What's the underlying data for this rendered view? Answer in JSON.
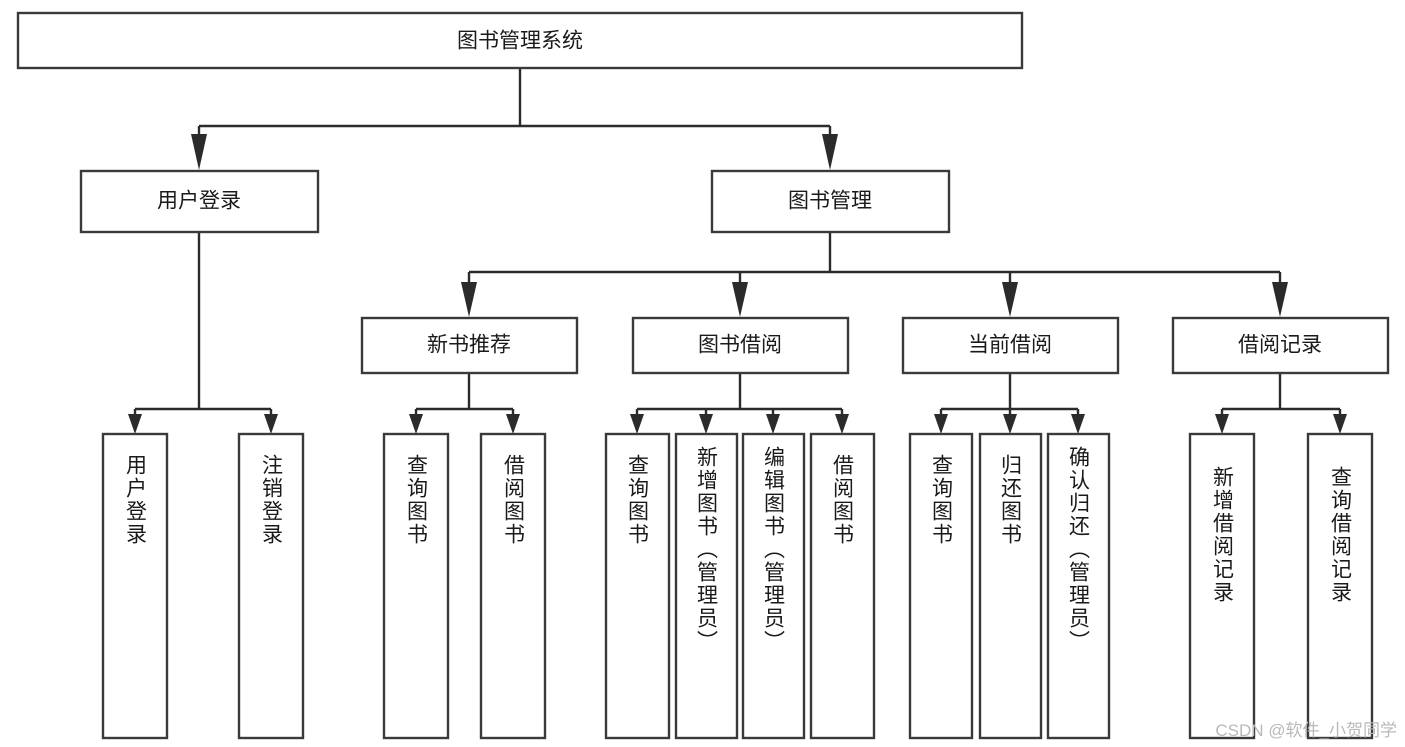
{
  "diagram": {
    "type": "tree",
    "title_node": {
      "id": "root",
      "label": "图书管理系统"
    },
    "level2": [
      {
        "id": "user-login",
        "label": "用户登录"
      },
      {
        "id": "book-management",
        "label": "图书管理"
      }
    ],
    "level3": [
      {
        "id": "new-book-recommend",
        "label": "新书推荐",
        "parent": "book-management"
      },
      {
        "id": "book-borrow",
        "label": "图书借阅",
        "parent": "book-management"
      },
      {
        "id": "current-borrow",
        "label": "当前借阅",
        "parent": "book-management"
      },
      {
        "id": "borrow-record",
        "label": "借阅记录",
        "parent": "book-management"
      }
    ],
    "leaves": [
      {
        "id": "leaf-user-login",
        "label": "用户登录",
        "parent": "user-login"
      },
      {
        "id": "leaf-logout-login",
        "label": "注销登录",
        "parent": "user-login"
      },
      {
        "id": "leaf-query-book-1",
        "label": "查询图书",
        "parent": "new-book-recommend"
      },
      {
        "id": "leaf-borrow-book-1",
        "label": "借阅图书",
        "parent": "new-book-recommend"
      },
      {
        "id": "leaf-query-book-2",
        "label": "查询图书",
        "parent": "book-borrow"
      },
      {
        "id": "leaf-add-book",
        "label": "新增图书（管理员）",
        "parent": "book-borrow"
      },
      {
        "id": "leaf-edit-book",
        "label": "编辑图书（管理员）",
        "parent": "book-borrow"
      },
      {
        "id": "leaf-borrow-book-2",
        "label": "借阅图书",
        "parent": "book-borrow"
      },
      {
        "id": "leaf-query-book-3",
        "label": "查询图书",
        "parent": "current-borrow"
      },
      {
        "id": "leaf-return-book",
        "label": "归还图书",
        "parent": "current-borrow"
      },
      {
        "id": "leaf-confirm-return",
        "label": "确认归还（管理员）",
        "parent": "current-borrow"
      },
      {
        "id": "leaf-add-borrow-record",
        "label": "新增借阅记录",
        "parent": "borrow-record"
      },
      {
        "id": "leaf-query-borrow-record",
        "label": "查询借阅记录",
        "parent": "borrow-record"
      }
    ],
    "colors": {
      "box_fill": "#ffffff",
      "box_stroke": "#3a3a3a",
      "connector": "#2b2b2b",
      "text": "#1a1a1a",
      "background": "#ffffff",
      "watermark": "#b9b9b9"
    }
  },
  "watermark": {
    "text": "CSDN @软件_小贺同学"
  }
}
